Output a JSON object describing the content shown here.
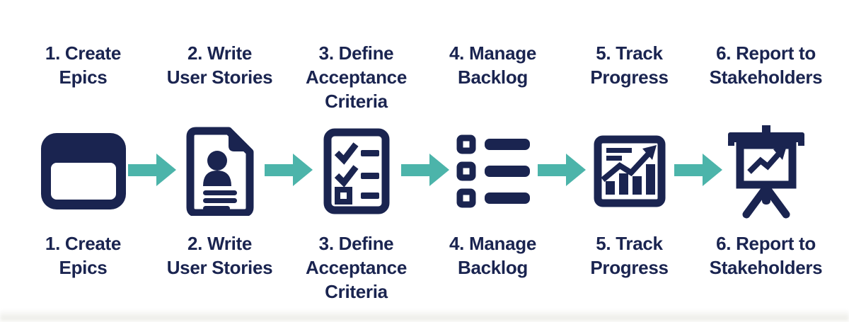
{
  "diagram": {
    "background": "#ffffff",
    "colors": {
      "navy": "#1a2450",
      "teal": "#4cb4aa"
    },
    "steps": [
      {
        "label": "1. Create\nEpics",
        "icon": "epic-card-icon"
      },
      {
        "label": "2. Write\nUser Stories",
        "icon": "user-story-document-icon"
      },
      {
        "label": "3. Define\nAcceptance\nCriteria",
        "icon": "checklist-icon"
      },
      {
        "label": "4. Manage\nBacklog",
        "icon": "backlog-list-icon"
      },
      {
        "label": "5. Track\nProgress",
        "icon": "progress-chart-icon"
      },
      {
        "label": "6. Report to\nStakeholders",
        "icon": "presentation-board-icon"
      }
    ],
    "arrow": {
      "icon": "arrow-right-icon",
      "color": "#4cb4aa",
      "count": 5
    }
  }
}
